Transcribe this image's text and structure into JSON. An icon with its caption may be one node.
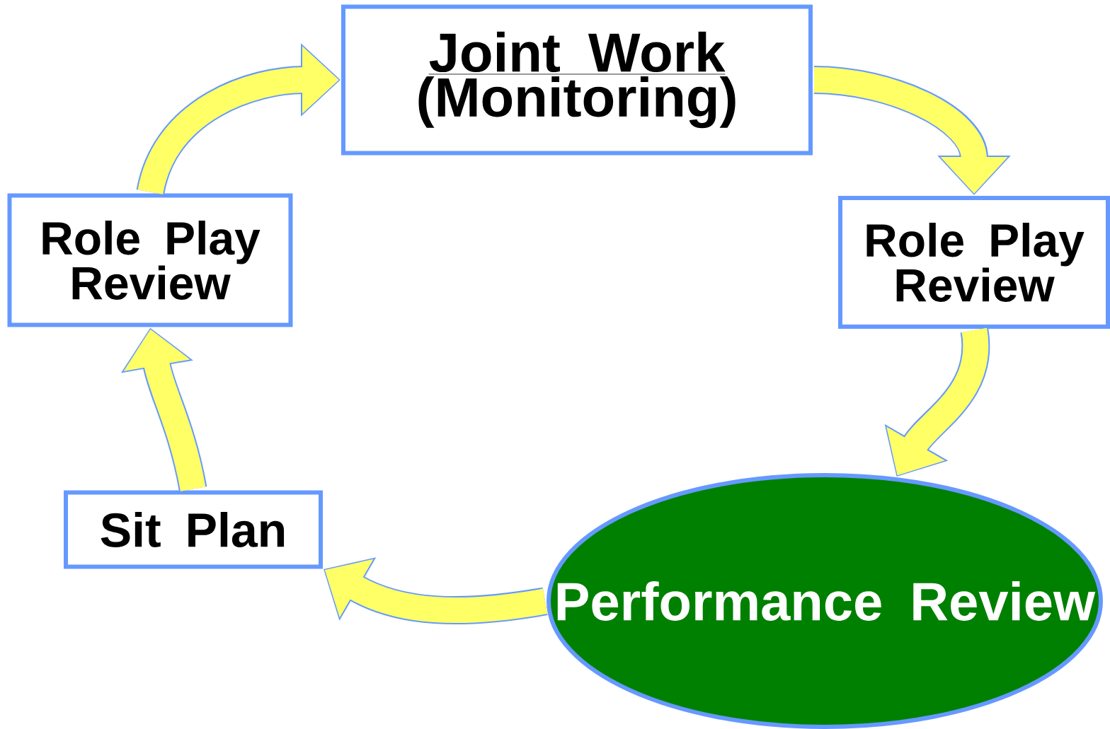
{
  "diagram": {
    "nodes": [
      {
        "text": [
          "Joint Work",
          "(Monitoring)"
        ]
      },
      {
        "text": [
          "Role Play Review"
        ]
      },
      {
        "text": [
          "Performance Review"
        ]
      },
      {
        "text": [
          "Sit Plan"
        ]
      },
      {
        "text": [
          "Role Play Review"
        ]
      }
    ],
    "edges": [
      {
        "from": 0,
        "to": 1,
        "arrow": "to"
      },
      {
        "from": 1,
        "to": 2,
        "arrow": "to"
      },
      {
        "from": 2,
        "to": 3,
        "arrow": "to"
      },
      {
        "from": 3,
        "to": 4,
        "arrow": "to"
      },
      {
        "from": 4,
        "to": 0,
        "arrow": "to"
      }
    ]
  }
}
